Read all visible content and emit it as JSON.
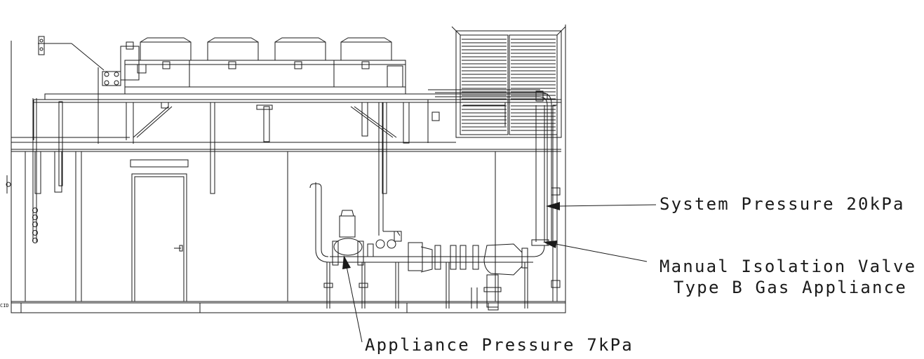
{
  "annotations": {
    "system_pressure": "System Pressure 20kPa",
    "isolation_valve_line1": "Manual Isolation Valve",
    "isolation_valve_line2": "Type B Gas Appliance",
    "appliance_pressure": "Appliance Pressure 7kPa"
  },
  "corner_tag": "CID",
  "colors": {
    "line": "#1a1a1a",
    "background": "#ffffff"
  }
}
